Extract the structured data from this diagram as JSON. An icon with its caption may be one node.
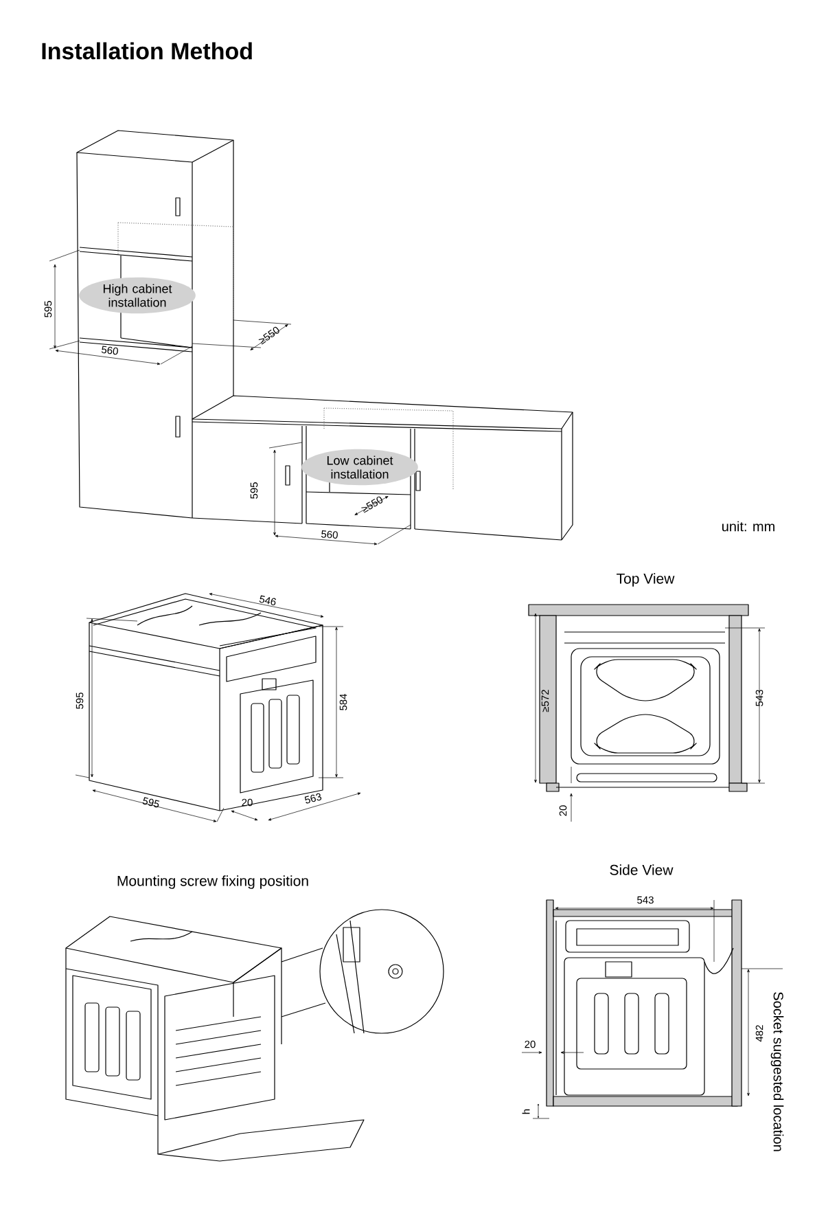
{
  "diagram": {
    "title": "Installation Method",
    "nodes": [
      {
        "text": [
          "High cabinet installation"
        ]
      },
      {
        "text": [
          "Low cabinet installation"
        ]
      }
    ],
    "edges": [],
    "labels": [
      "595",
      "560",
      "≥550",
      "595",
      "≥550",
      "560",
      "unit: mm",
      "Top View",
      "546",
      "595",
      "584",
      "595",
      "20",
      "563",
      "≥572",
      "543",
      "20",
      "Mounting screw fixing position",
      "Side View",
      "543",
      "20",
      "482",
      "h",
      "Socket suggested location"
    ]
  }
}
